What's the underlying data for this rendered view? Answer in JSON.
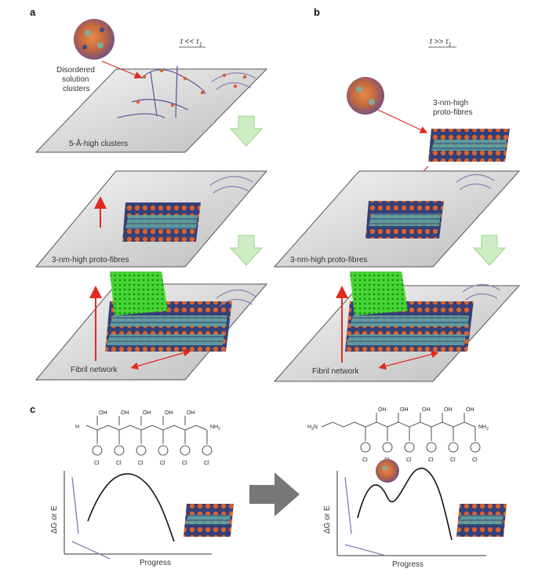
{
  "panels": {
    "a": {
      "letter": "a",
      "time_label": "t << τ",
      "time_sub": "1",
      "cluster_label_1": "Disordered",
      "cluster_label_2": "solution",
      "cluster_label_3": "clusters",
      "plane1_label": "5-Å-high clusters",
      "plane2_label": "3-nm-high proto-fibres",
      "plane3_label": "Fibril network"
    },
    "b": {
      "letter": "b",
      "time_label": "t >> τ",
      "time_sub": "1",
      "proto_label_1": "3-nm-high",
      "proto_label_2": "proto-fibres",
      "plane2_label": "3-nm-high proto-fibres",
      "plane3_label": "Fibril network"
    },
    "c": {
      "letter": "c",
      "left_plot": {
        "ylabel": "ΔG or E",
        "xlabel": "Progress"
      },
      "right_plot": {
        "ylabel": "ΔG or E",
        "xlabel": "Progress"
      },
      "left_mol": {
        "tail": "H",
        "oh_label": "OH",
        "end_label": "NH",
        "end_sub": "2",
        "cl_label": "Cl"
      },
      "right_mol": {
        "start_label": "H",
        "start_sub": "2",
        "start_tail": "N",
        "oh_label": "OH",
        "end_label": "NH",
        "end_sub": "2",
        "cl_label": "Cl"
      }
    }
  },
  "colors": {
    "plane_fill": "#d9d9d9",
    "plane_edge": "#555555",
    "green_arrow": "#cdeec3",
    "red_arrow": "#e02a1f",
    "fibre_orange": "#d9622b",
    "fibre_teal": "#5fa3a0",
    "fibre_navy": "#33407a",
    "green_crystal": "#3ed32b",
    "grey_arrow": "#777777"
  }
}
